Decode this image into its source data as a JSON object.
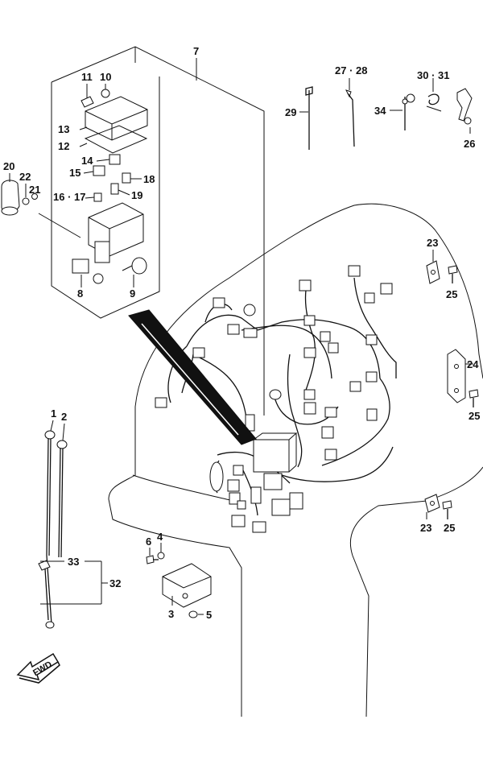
{
  "labels": {
    "p1": "1",
    "p2": "2",
    "p3": "3",
    "p4": "4",
    "p5": "5",
    "p6": "6",
    "p7": "7",
    "p8": "8",
    "p9": "9",
    "p10": "10",
    "p11": "11",
    "p12": "12",
    "p13": "13",
    "p14": "14",
    "p15": "15",
    "p16_17": "16 · 17",
    "p18": "18",
    "p19": "19",
    "p20": "20",
    "p21": "21",
    "p22": "22",
    "p23a": "23",
    "p23b": "23",
    "p24": "24",
    "p25a": "25",
    "p25b": "25",
    "p25c": "25",
    "p26": "26",
    "p27_28": "27 · 28",
    "p29": "29",
    "p30_31": "30 · 31",
    "p32": "32",
    "p33": "33",
    "p34": "34"
  },
  "fwd_label": "FWD"
}
